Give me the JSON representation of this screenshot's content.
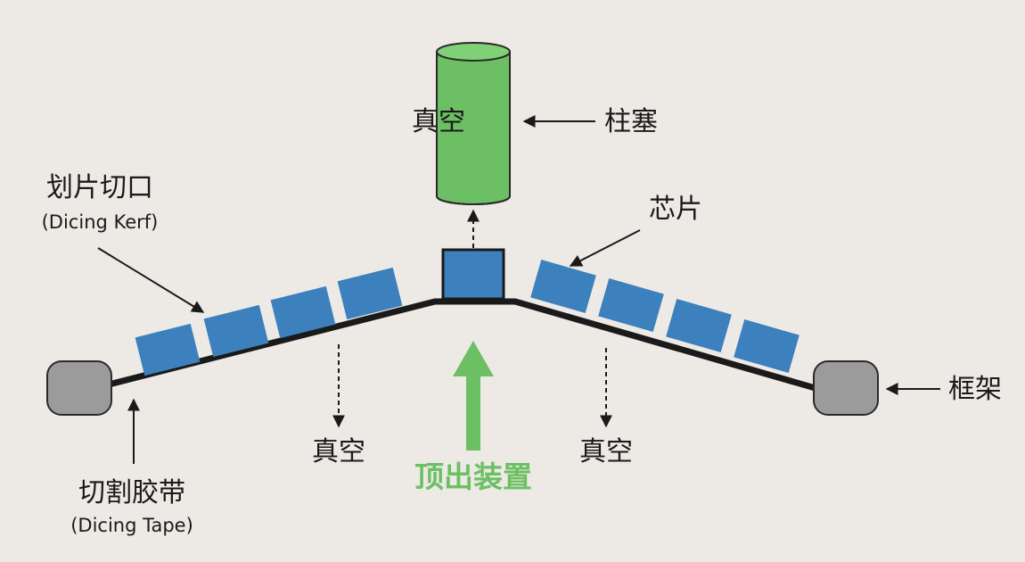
{
  "labels": {
    "plunger_vacuum": "真空",
    "plunger": "柱塞",
    "dicing_kerf": "划片切口",
    "dicing_kerf_en": "(Dicing Kerf)",
    "chip": "芯片",
    "frame": "框架",
    "vacuum_left": "真空",
    "vacuum_right": "真空",
    "ejector": "顶出装置",
    "dicing_tape": "切割胶带",
    "dicing_tape_en": "(Dicing Tape)"
  },
  "colors": {
    "background": "#edeae6",
    "chip_fill": "#3c80bd",
    "plunger_fill": "#6cc063",
    "frame_fill": "#9b9b9b",
    "ejector_arrow": "#6cc063",
    "tape": "#1a1a1a"
  },
  "icons": {
    "plunger": "cylinder-shape",
    "frame": "rounded-square-shape",
    "ejector": "up-arrow-shape"
  }
}
